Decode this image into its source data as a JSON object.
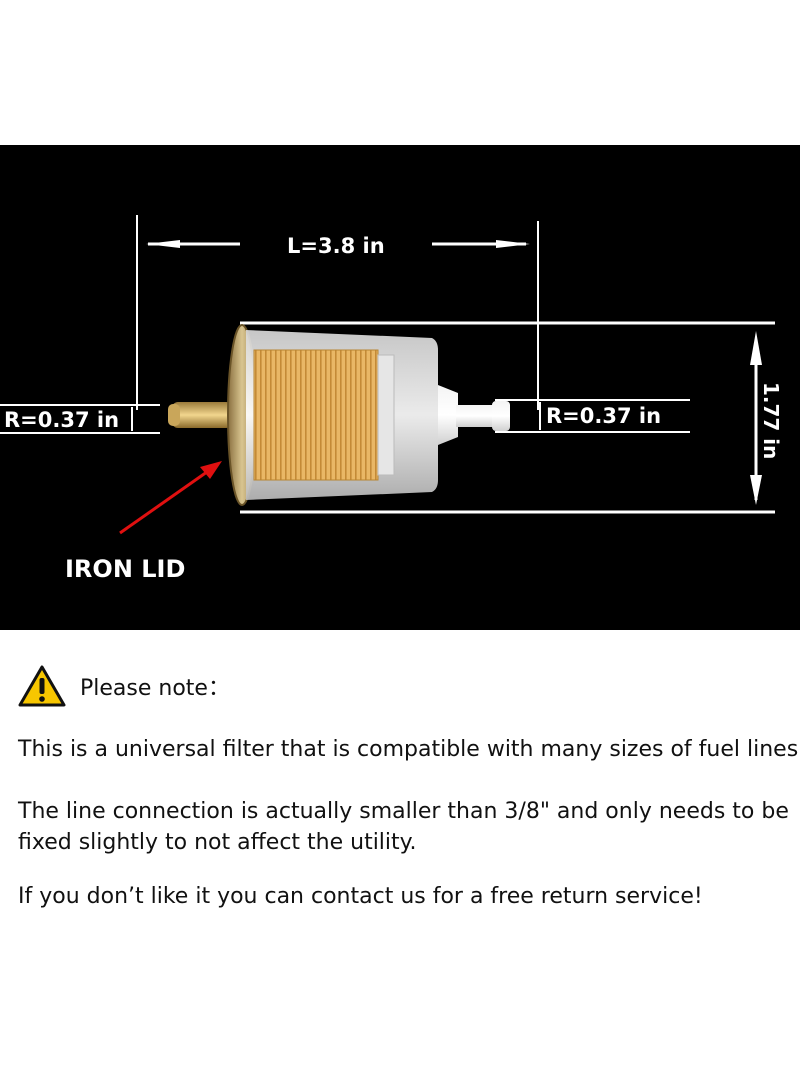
{
  "diagram": {
    "length_label": "L=3.8 in",
    "left_radius_label": "R=0.37 in",
    "right_radius_label": "R=0.37 in",
    "height_label": "1.77 in",
    "callout_label": "IRON LID",
    "callout_arrow_color": "#e01010",
    "background_color": "#000000",
    "line_color": "#ffffff"
  },
  "note": {
    "icon": "warning-icon",
    "heading": "Please note：",
    "paragraphs": [
      "This is a universal filter that is compatible with many sizes of fuel lines.",
      "The line connection is actually smaller than 3/8\" and only needs to be fixed slightly to not affect the utility.",
      "If you don’t like it you can contact us for a free return service!"
    ]
  }
}
